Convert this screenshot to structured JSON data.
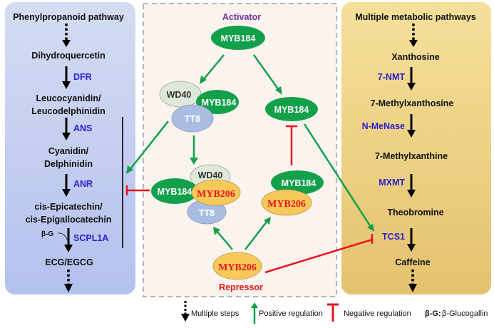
{
  "left_panel": {
    "title": "Phenylpropanoid pathway",
    "compounds": [
      "Dihydroquercetin",
      "Leucocyanidin/",
      "Leucodelphinidin",
      "Cyanidin/",
      "Delphinidin",
      "cis-Epicatechin/",
      "cis-Epigallocatechin",
      "ECG/EGCG"
    ],
    "enzymes": [
      "DFR",
      "ANS",
      "ANR",
      "SCPL1A"
    ],
    "substrate_label": "β-G"
  },
  "right_panel": {
    "title": "Multiple metabolic pathways",
    "compounds": [
      "Xanthosine",
      "7-Methylxanthosine",
      "7-Methylxanthine",
      "Theobromine",
      "Caffeine"
    ],
    "enzymes": [
      "7-NMT",
      "N-MeNase",
      "MXMT",
      "TCS1"
    ]
  },
  "center_panel": {
    "activator_label": "Activator",
    "repressor_label": "Repressor",
    "nodes": {
      "myb184": "MYB184",
      "myb206": "MYB206",
      "wd40": "WD40",
      "tt8": "TT8"
    }
  },
  "legend": {
    "multiple_steps": "Multiple steps",
    "positive": "Positive regulation",
    "negative": "Negative regulation",
    "bg_key": "β-G:",
    "bg_value": "β-Glucogallin"
  },
  "colors": {
    "enzyme": "#2b1fd0",
    "activator": "#7030a0",
    "repressor": "#e8141b",
    "green": "#12a04a",
    "myb184_fill": "#12a04a",
    "myb206_fill": "#f7c95a",
    "wd40_fill": "#dfe9d9",
    "tt8_fill": "#a9bde3"
  }
}
